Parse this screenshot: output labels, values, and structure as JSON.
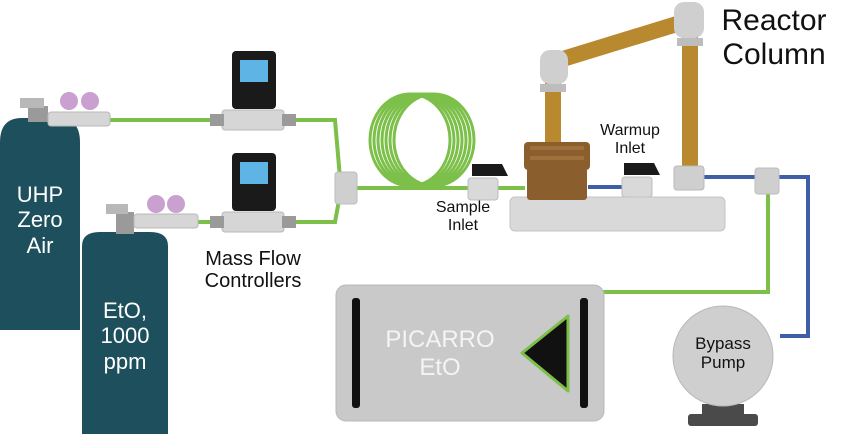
{
  "labels": {
    "reactor_line1": "Reactor",
    "reactor_line2": "Column",
    "warmup_line1": "Warmup",
    "warmup_line2": "Inlet",
    "sample_line1": "Sample",
    "sample_line2": "Inlet",
    "mfc_line1": "Mass Flow",
    "mfc_line2": "Controllers",
    "pump_line1": "Bypass",
    "pump_line2": "Pump",
    "picarro_line1": "PICARRO",
    "picarro_line2": "EtO",
    "tank_air_line1": "UHP",
    "tank_air_line2": "Zero",
    "tank_air_line3": "Air",
    "tank_eto_line1": "EtO,",
    "tank_eto_line2": "1000",
    "tank_eto_line3": "ppm"
  },
  "colors": {
    "gas_line_green": "#7cc04a",
    "exhaust_line_blue": "#3f5ea8",
    "tank_teal": "#1d4f5c",
    "reactor_pipe_gold": "#b8892e",
    "reactor_body_brown": "#8b5e2e",
    "device_gray": "#cfcfcf",
    "screen_blue": "#5fb4e6",
    "regulator_gauge_purple": "#c9a0cf"
  }
}
